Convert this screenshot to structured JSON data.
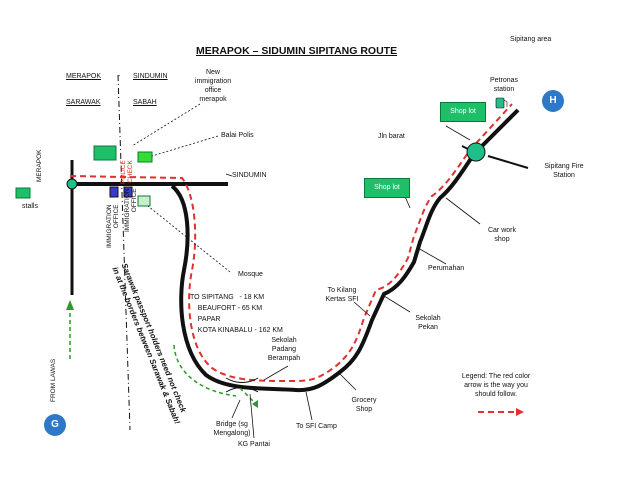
{
  "header": {
    "area": "Sipitang area",
    "title": "MERAPOK – SIDUMIN SIPITANG ROUTE"
  },
  "border": {
    "left_top": "MERAPOK",
    "dash": "-",
    "right_top": "SINDUMIN",
    "left_state": "SARAWAK",
    "right_state": "SABAH"
  },
  "labels": {
    "new_office": "New\nimmigration\noffice\nmerapok",
    "balai_polis": "Balai Polis",
    "sindumin": "SINDUMIN",
    "merapok_side": "MERAPOK",
    "stalls": "stalls",
    "immigration_office_1": "IMMIGRATION\nOFFICE",
    "immigration_office_2": "IMMIGRATION\nOFFICE",
    "police_check": "POLICE\nCHECK",
    "passport_note": "Sarawak passport holders need not check\nin at the borders between Sarawak & Sabah!",
    "mosque": "Mosque",
    "distances": "TO SIPITANG   - 18 KM\n    BEAUFORT - 65 KM\n    PAPAR\n    KOTA KINABALU - 162 KM",
    "from_lawas": "FROM LAWAS",
    "sekolah_padang": "Sekolah\nPadang\nBerampah",
    "bridge": "Bridge (sg\nMengalong)",
    "kg_pantai": "KG Pantai",
    "to_sfi_camp": "To SFI Camp",
    "grocery": "Grocery\nShop",
    "to_kilang": "To Kilang\nKertas SFI",
    "sekolah_pekan": "Sekolah\nPekan",
    "perumahan": "Perumahan",
    "car_work": "Car work\nshop",
    "shop_lot": "Shop lot",
    "jln_barat": "Jln barat",
    "petronas": "Petronas\nstation",
    "fire_station": "Sipitang Fire\nStation",
    "legend": "Legend: The red color\narrow is the way you\nshould follow."
  },
  "badges": {
    "start": "G",
    "end": "H"
  },
  "colors": {
    "road": "#111111",
    "route": "#e03030",
    "green_path": "#2a9a2a",
    "badge": "#2e78c8",
    "shop_lot": "#1fbf6a",
    "node": "#1fbf8a"
  },
  "icons": {
    "petrol": "petrol-pump-icon"
  }
}
